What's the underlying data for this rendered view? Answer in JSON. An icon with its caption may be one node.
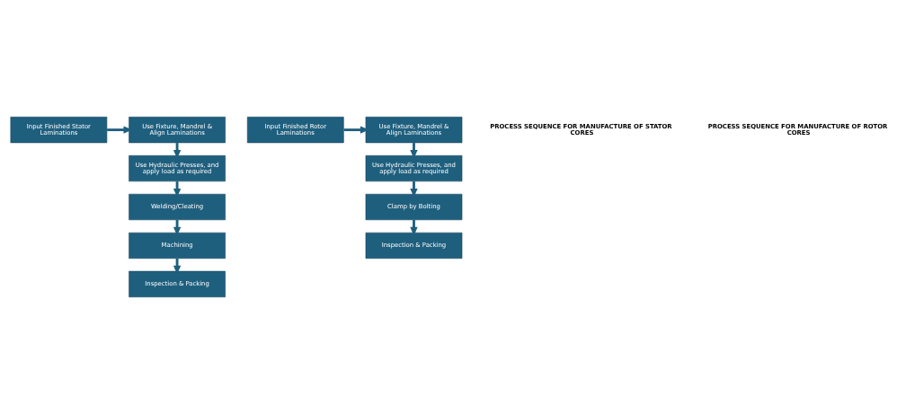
{
  "diagram": {
    "nodes": [
      {
        "text": [
          "Input Finished Stator Laminations"
        ]
      },
      {
        "text": [
          "Use Fixture, Mandrel & Align Laminations"
        ]
      },
      {
        "text": [
          "Use Hydraulic Presses, and apply load as required"
        ]
      },
      {
        "text": [
          "Welding/Cleating"
        ]
      },
      {
        "text": [
          "Machining"
        ]
      },
      {
        "text": [
          "Inspection & Packing"
        ]
      },
      {
        "text": [
          "Input Finished Rotor Laminations"
        ]
      },
      {
        "text": [
          "Use Fixture, Mandrel & Align Laminations"
        ]
      },
      {
        "text": [
          "Use Hydraulic Presses, and apply load as required"
        ]
      },
      {
        "text": [
          "Clamp by Bolting"
        ]
      },
      {
        "text": [
          "Inspection & Packing"
        ]
      }
    ],
    "edges": [
      {
        "from": 0,
        "to": 1,
        "arrow": "to"
      },
      {
        "from": 1,
        "to": 2,
        "arrow": "to"
      },
      {
        "from": 2,
        "to": 3,
        "arrow": "to"
      },
      {
        "from": 3,
        "to": 4,
        "arrow": "to"
      },
      {
        "from": 4,
        "to": 5,
        "arrow": "to"
      },
      {
        "from": 6,
        "to": 7,
        "arrow": "to"
      },
      {
        "from": 7,
        "to": 8,
        "arrow": "to"
      },
      {
        "from": 8,
        "to": 9,
        "arrow": "to"
      },
      {
        "from": 9,
        "to": 10,
        "arrow": "to"
      }
    ],
    "labels": [
      "PROCESS SEQUENCE FOR MANUFACTURE OF STATOR CORES",
      "PROCESS SEQUENCE FOR MANUFACTURE OF ROTOR CORES"
    ]
  }
}
